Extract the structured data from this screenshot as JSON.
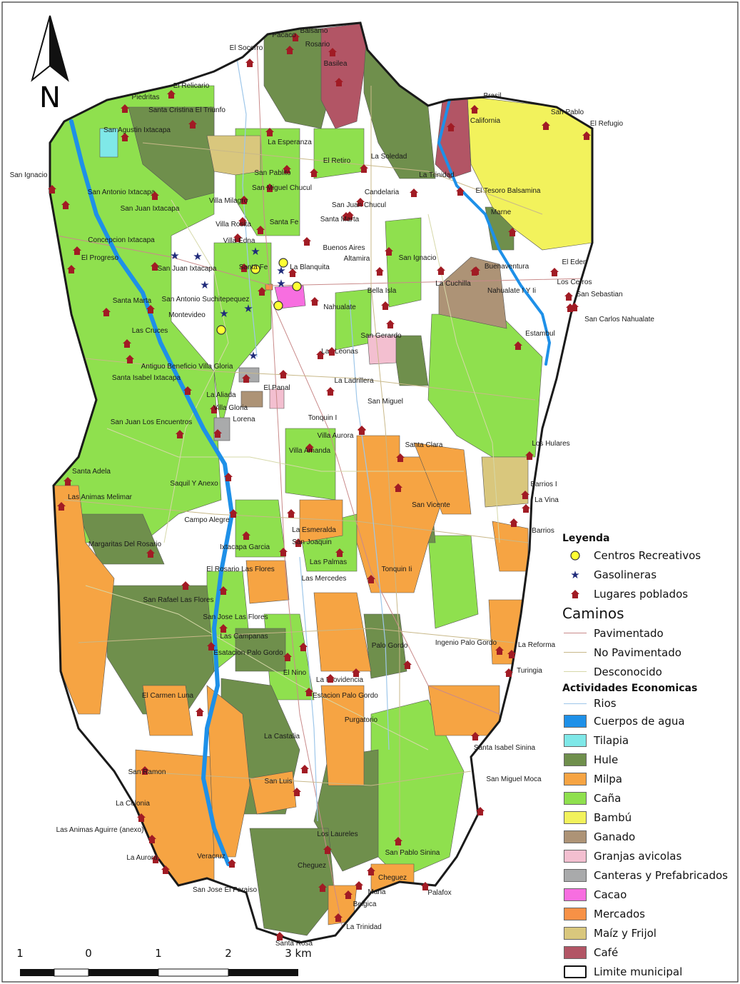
{
  "north_arrow": {
    "label": "N"
  },
  "scale_bar": {
    "ticks": [
      "1",
      "0",
      "1",
      "2",
      "3 km"
    ]
  },
  "legend": {
    "title": "Leyenda",
    "points": [
      {
        "label": "Centros Recreativos",
        "symbol": "circle-icon",
        "color": "#ffff33"
      },
      {
        "label": "Gasolineras",
        "symbol": "star-icon",
        "color": "#1f2a7a"
      },
      {
        "label": "Lugares poblados",
        "symbol": "house-icon",
        "color": "#a11b24"
      }
    ],
    "caminos_title": "Caminos",
    "roads": [
      {
        "label": "Pavimentado",
        "color": "#c98a8a"
      },
      {
        "label": "No Pavimentado",
        "color": "#c8b889"
      },
      {
        "label": "Desconocido",
        "color": "#d6d8a8"
      }
    ],
    "actividades_title": "Actividades Economicas",
    "rivers": {
      "label": "Rios",
      "color": "#9ec7ea"
    },
    "areas": [
      {
        "label": "Cuerpos de agua",
        "color": "#1e90e8"
      },
      {
        "label": "Tilapia",
        "color": "#7fe8e8"
      },
      {
        "label": "Hule",
        "color": "#6f8f4c"
      },
      {
        "label": "Milpa",
        "color": "#f6a443"
      },
      {
        "label": "Caña",
        "color": "#8fe04e"
      },
      {
        "label": "Bambú",
        "color": "#f2f25c"
      },
      {
        "label": "Ganado",
        "color": "#ad9376"
      },
      {
        "label": "Granjas avicolas",
        "color": "#f3bfd0"
      },
      {
        "label": "Canteras y Prefabricados",
        "color": "#a9aaab"
      },
      {
        "label": "Cacao",
        "color": "#f76ee0"
      },
      {
        "label": "Mercados",
        "color": "#f79146"
      },
      {
        "label": "Maíz y Frijol",
        "color": "#d9c77d"
      },
      {
        "label": "Café",
        "color": "#b25565"
      }
    ],
    "boundary": {
      "label": "Limite municipal"
    }
  },
  "places": [
    "Balsamo",
    "Pacaco",
    "Rosario",
    "El Socorro",
    "Basilea",
    "El Relicario",
    "Piedritas",
    "Santa Cristina El Triunfo",
    "San Agustin Ixtacapa",
    "La Esperanza",
    "El Retiro",
    "La Soledad",
    "Brasil",
    "California",
    "San Pablo",
    "El Refugio",
    "San Ignacio",
    "San Antonio Ixtacapa",
    "San Pablito",
    "San Miguel Chucul",
    "La Trinidad",
    "Candelaria",
    "San Juan Chucul",
    "El Tesoro Balsamina",
    "San Juan Ixtacapa",
    "Villa Milagro",
    "Santa Fe",
    "Santa Marta",
    "Villa Rosita",
    "Marne",
    "Concepcion Ixtacapa",
    "Villa Edna",
    "Buenos Aires",
    "Altamira",
    "El Progreso",
    "San Juan Ixtacapa",
    "Santa Fe",
    "La Blanquita",
    "San Ignacio",
    "El Eden",
    "Buenaventura",
    "Los Cerros",
    "Bella Isla",
    "La Cuchilla",
    "Nahualate I Y Ii",
    "San Sebastian",
    "San Antonio Suchitepequez",
    "Santa Marta",
    "Montevideo",
    "Nahualate",
    "San Carlos Nahualate",
    "Las Cruces",
    "Estambul",
    "San Gerardo",
    "Las Leonas",
    "Antiguo Beneficio Villa Gloria",
    "Santa Isabel Ixtacapa",
    "La Ladrillera",
    "El Panal",
    "La Aliada",
    "Villa Gloria",
    "San Miguel",
    "Lorena",
    "San Juan Los Encuentros",
    "Tonquin I",
    "Villa Aurora",
    "Villa Amanda",
    "Los Hulares",
    "Santa Clara",
    "Santa Adela",
    "Las Animas Melimar",
    "Saquil Y Anexo",
    "Barrios I",
    "La Vina",
    "San Vicente",
    "Campo Alegre",
    "Barrios",
    "Margaritas Del Rosario",
    "La Esmeralda",
    "Ixtacapa Garcia",
    "San Joaquin",
    "Las Palmas",
    "El Rosario Las Flores",
    "Tonquin Ii",
    "Las Mercedes",
    "San Rafael Las Flores",
    "San Jose Las Flores",
    "Las Campanas",
    "Palo Gordo",
    "Ingenio Palo Gordo",
    "La Reforma",
    "Esatacion Palo Gordo",
    "Turingia",
    "El Nino",
    "La Providencia",
    "Estacion Palo Gordo",
    "El Carmen Luna",
    "Purgatorio",
    "La Castalia",
    "Santa Isabel Sinina",
    "San Ramon",
    "San Luis",
    "San Miguel Moca",
    "La Colonia",
    "Las Animas Aguirre (anexo)",
    "Los Laureles",
    "La Aurora",
    "Veracruz",
    "San Pablo Sinina",
    "Cheguez",
    "Cheguez",
    "San Jose El Paraiso",
    "Maria",
    "Palafox",
    "Belgica",
    "La Trinidad",
    "Santa Rosa"
  ]
}
